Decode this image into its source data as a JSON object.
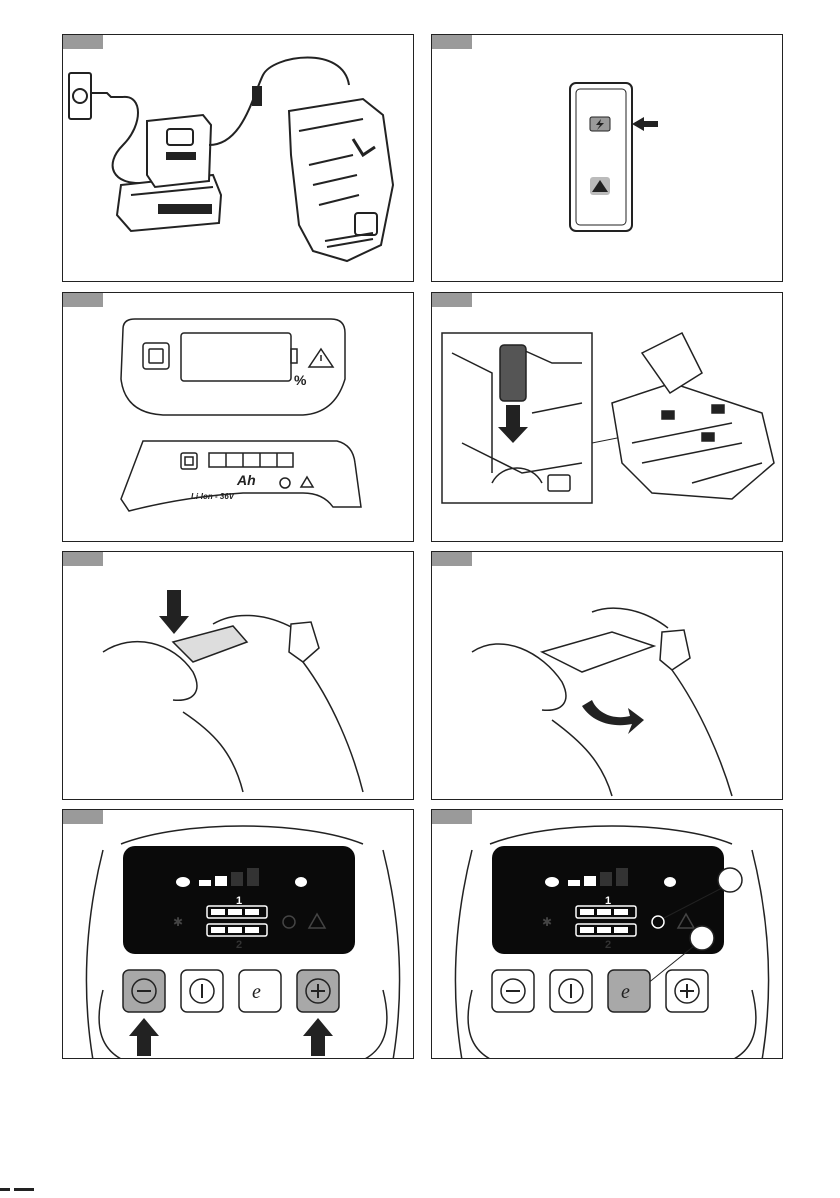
{
  "panel3": {
    "percent_label": "%",
    "ah_label": "Ah",
    "li_ion_label": "Li-Ion - 36V"
  },
  "panel7": {
    "level_number": "1",
    "level_number_2": "2"
  },
  "panel8": {
    "level_number": "1",
    "level_number_2": "2"
  },
  "colors": {
    "tab": "#9a9a9a",
    "line": "#222222",
    "display": "#0a0a0a",
    "button_grey": "#a8a8a8"
  },
  "icons": [
    "plug-icon",
    "battery-charge-icon",
    "warning-icon",
    "arrow-icon",
    "turtle-icon",
    "rabbit-icon",
    "bluetooth-icon",
    "eco-icon",
    "minus-icon",
    "plus-icon",
    "power-icon"
  ]
}
